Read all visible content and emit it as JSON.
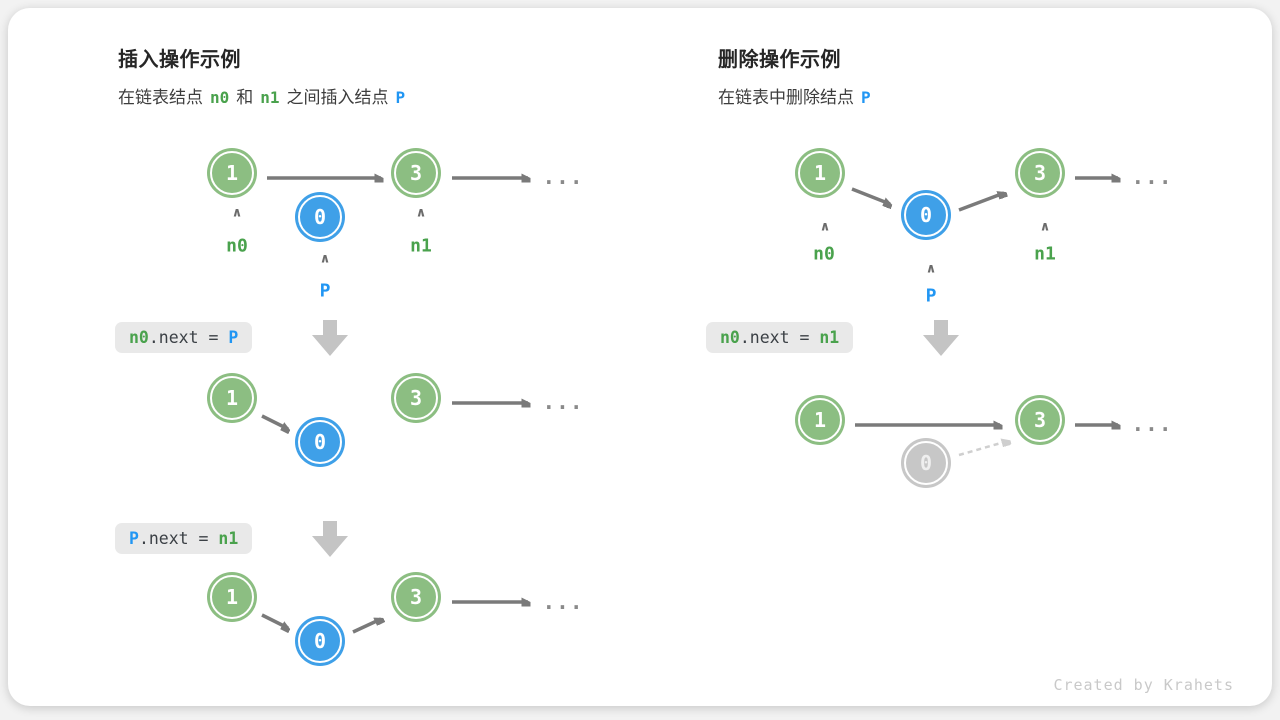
{
  "colors": {
    "green_node": "#8cbe82",
    "blue_node": "#3fa0e8",
    "gray_node": "#c7c7c7",
    "green_label": "#4aa24d",
    "blue_label": "#2196f3",
    "arrow_gray": "#7a7a7a",
    "code_background": "#e9e9e9"
  },
  "icons": {
    "caret": "∧",
    "ellipsis": "...",
    "down_block_arrow": "block-arrow-down"
  },
  "footer": {
    "credit": "Created by Krahets"
  },
  "insert": {
    "title": "插入操作示例",
    "subtitle": {
      "t1": "在链表结点",
      "n0": "n0",
      "t2": "和",
      "n1": "n1",
      "t3": "之间插入结点",
      "p": "P"
    },
    "step1": {
      "node1": "1",
      "node0": "0",
      "node3": "3",
      "label_n0": "n0",
      "label_p": "P",
      "label_n1": "n1"
    },
    "code1": {
      "lhs": "n0",
      "mid": ".next = ",
      "rhs": "P"
    },
    "step2": {
      "node1": "1",
      "node0": "0",
      "node3": "3"
    },
    "code2": {
      "lhs": "P",
      "mid": ".next = ",
      "rhs": "n1"
    },
    "step3": {
      "node1": "1",
      "node0": "0",
      "node3": "3"
    }
  },
  "delete": {
    "title": "删除操作示例",
    "subtitle": {
      "t1": "在链表中删除结点",
      "p": "P"
    },
    "step1": {
      "node1": "1",
      "node0": "0",
      "node3": "3",
      "label_n0": "n0",
      "label_p": "P",
      "label_n1": "n1"
    },
    "code1": {
      "lhs": "n0",
      "mid": ".next = ",
      "rhs": "n1"
    },
    "step2": {
      "node1": "1",
      "node0": "0",
      "node3": "3"
    }
  }
}
